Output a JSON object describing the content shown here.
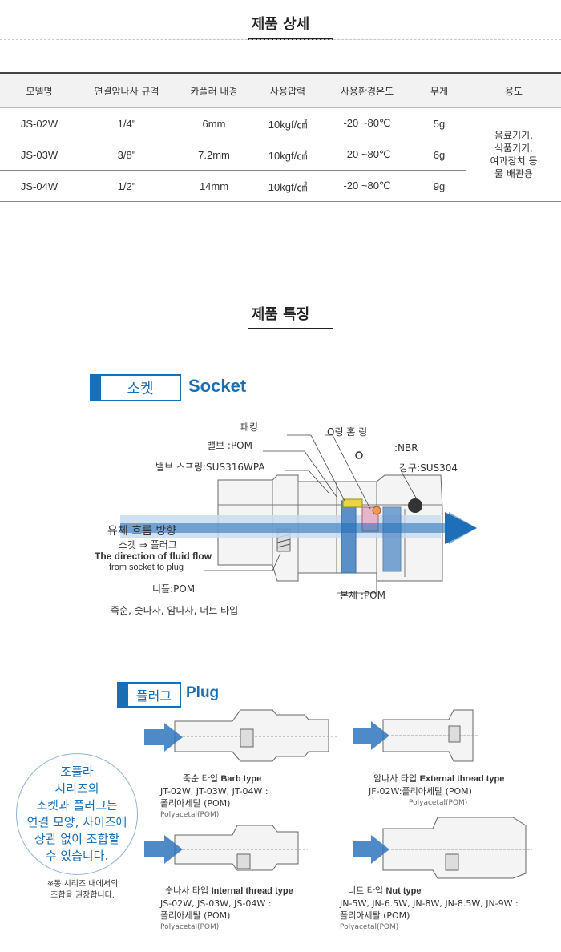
{
  "detail_section": {
    "title": "제품 상세",
    "columns": [
      "모델명",
      "연결암나사 규격",
      "카플러 내경",
      "사용압력",
      "사용환경온도",
      "무게",
      "용도"
    ],
    "rows": [
      [
        "JS-02W",
        "1/4\"",
        "6mm",
        "10kgf/㎠",
        "-20 ~80℃",
        "5g"
      ],
      [
        "JS-03W",
        "3/8\"",
        "7.2mm",
        "10kgf/㎠",
        "-20 ~80℃",
        "6g"
      ],
      [
        "JS-04W",
        "1/2\"",
        "14mm",
        "10kgf/㎠",
        "-20 ~80℃",
        "9g"
      ]
    ],
    "usage_lines": [
      "음료기기,",
      "식품기기,",
      "여과장치 등",
      "물 배관용"
    ]
  },
  "features_section": {
    "title": "제품 특징",
    "socket": {
      "label_kr": "소켓",
      "label_en": "Socket",
      "annotations": {
        "packing": "패킹",
        "valve": "밸브 :POM",
        "valve_spring": "밸브 스프링:SUS316WPA",
        "oring": "O링 홈 링",
        "oring_material": ":NBR",
        "oring_symbol": "O",
        "steel_ball": "강구:SUS304",
        "flow_kr": "유체 흐름 방향",
        "flow_kr2": "소켓 ⇒ 플러그",
        "flow_en1": "The direction of fluid flow",
        "flow_en2": "from socket to plug",
        "nipple": "니플:POM",
        "body": "본체 :POM",
        "types": "죽순, 숫나사, 암나사, 너트 타입"
      }
    },
    "plug": {
      "label_kr": "플러그",
      "label_en": "Plug",
      "items": [
        {
          "kr": "죽순 타입",
          "en": "Barb type",
          "models": "JT-02W, JT-03W, JT-04W :",
          "material": "폴리아세탈 (POM)",
          "material_en": "Polyacetal(POM)"
        },
        {
          "kr": "암나사 타입",
          "en": "External thread type",
          "models": "JF-02W:",
          "material": "폴리아세탈 (POM)",
          "material_en": "Polyacetal(POM)"
        },
        {
          "kr": "숫나사 타입",
          "en": "Internal thread type",
          "models": "JS-02W, JS-03W, JS-04W :",
          "material": "폴리아세탈 (POM)",
          "material_en": "Polyacetal(POM)"
        },
        {
          "kr": "너트 타입",
          "en": "Nut type",
          "models": "JN-5W, JN-6.5W, JN-8W, JN-8.5W, JN-9W :",
          "material": "폴리아세탈 (POM)",
          "material_en": "Polyacetal(POM)"
        }
      ],
      "circle_lines": [
        "조플라",
        "시리즈의",
        "소켓과 플러그는",
        "연결 모양, 사이즈에",
        "상관 없이 조합할",
        "수 있습니다."
      ],
      "note_lines": [
        "※동 시리즈 내에서의",
        "조합을 권장합니다."
      ]
    }
  },
  "colors": {
    "accent": "#1a6fb4",
    "arrow": "#1f6fb8",
    "flow_band": "#c9dcef"
  }
}
